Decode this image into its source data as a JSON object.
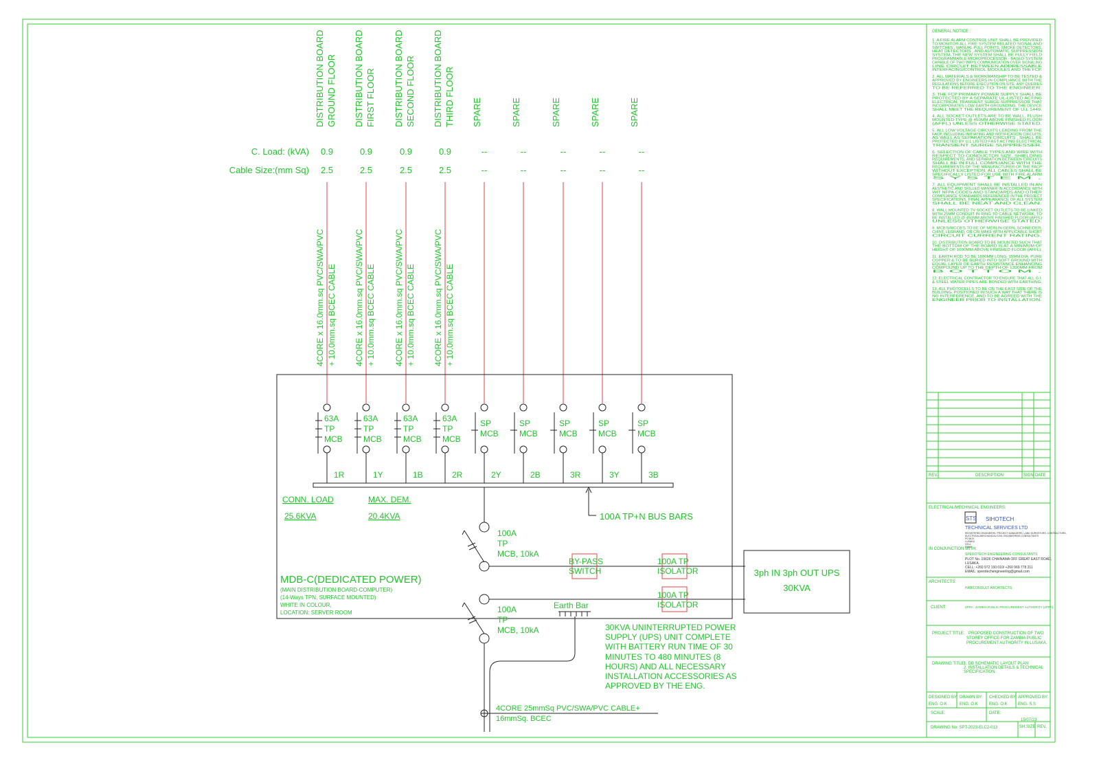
{
  "circuits": [
    {
      "dest": "DISTRIBUTION BOARD",
      "dest2": "GROUND FLOOR",
      "load": "0.9",
      "cable_size": "2.5",
      "cable1": "4CORE x 16.0mm.sq PVC/SWA/PVC",
      "cable2": "+ 10.0mm.sq BCEC CABLE",
      "breaker": [
        "63A",
        "TP",
        "MCB"
      ],
      "phase": "1R"
    },
    {
      "dest": "DISTRIBUTION BOARD",
      "dest2": "FIRST FLOOR",
      "load": "0.9",
      "cable_size": "2.5",
      "cable1": "4CORE x 16.0mm.sq PVC/SWA/PVC",
      "cable2": "+ 10.0mm.sq BCEC CABLE",
      "breaker": [
        "63A",
        "TP",
        "MCB"
      ],
      "phase": "1Y"
    },
    {
      "dest": "DISTRIBUTION BOARD",
      "dest2": "SECOND FLOOR",
      "load": "0.9",
      "cable_size": "2.5",
      "cable1": "4CORE x 16.0mm.sq PVC/SWA/PVC",
      "cable2": "+ 10.0mm.sq BCEC CABLE",
      "breaker": [
        "63A",
        "TP",
        "MCB"
      ],
      "phase": "1B"
    },
    {
      "dest": "DISTRIBUTION BOARD",
      "dest2": "THIRD FLOOR",
      "load": "0.9",
      "cable_size": "2.5",
      "cable1": "4CORE x 16.0mm.sq PVC/SWA/PVC",
      "cable2": "+ 10.0mm.sq BCEC CABLE",
      "breaker": [
        "63A",
        "TP",
        "MCB"
      ],
      "phase": "2R"
    },
    {
      "dest": "SPARE",
      "dest2": "",
      "load": "--",
      "cable_size": "--",
      "cable1": "",
      "cable2": "",
      "breaker": [
        "SP",
        "MCB"
      ],
      "phase": "2Y"
    },
    {
      "dest": "SPARE",
      "dest2": "",
      "load": "--",
      "cable_size": "--",
      "cable1": "",
      "cable2": "",
      "breaker": [
        "SP",
        "MCB"
      ],
      "phase": "2B"
    },
    {
      "dest": "SPARE",
      "dest2": "",
      "load": "--",
      "cable_size": "--",
      "cable1": "",
      "cable2": "",
      "breaker": [
        "SP",
        "MCB"
      ],
      "phase": "3R"
    },
    {
      "dest": "SPARE",
      "dest2": "",
      "load": "--",
      "cable_size": "--",
      "cable1": "",
      "cable2": "",
      "breaker": [
        "SP",
        "MCB"
      ],
      "phase": "3Y"
    },
    {
      "dest": "SPARE",
      "dest2": "",
      "load": "--",
      "cable_size": "--",
      "cable1": "",
      "cable2": "",
      "breaker": [
        "SP",
        "MCB"
      ],
      "phase": "3B"
    }
  ],
  "labels": {
    "c_load": "C. Load: (kVA)",
    "cable_size": "Cable Size:(mm Sq)",
    "conn_load": "CONN. LOAD",
    "conn_load_val": "25.6KVA",
    "max_dem": "MAX. DEM.",
    "max_dem_val": "20.4KVA",
    "busbar": "100A TP+N BUS BARS",
    "mcb1": [
      "100A",
      "TP",
      "MCB, 10kA"
    ],
    "mcb2": [
      "100A",
      "TP",
      "MCB, 10kA"
    ],
    "bypass": [
      "BY-PASS",
      "SWITCH"
    ],
    "iso1": [
      "100A TP",
      "ISOLATOR"
    ],
    "iso2": [
      "100A TP",
      "ISOLATOR"
    ],
    "ups_box": [
      "3ph IN 3ph OUT UPS",
      "30KVA"
    ],
    "earth_bar": "Earth Bar",
    "mdb_title": "MDB-C(DEDICATED POWER)",
    "mdb_sub": [
      "(MAIN DISTRIBUTION BOARD-COMPUTER)",
      "(14-Ways TPN, SURFACE MOUNTED)",
      "WHITE IN COLOUR,",
      "LOCATION: SERVER ROOM"
    ],
    "ups_note": [
      "30KVA UNINTERRUPTED POWER",
      "SUPPLY (UPS) UNIT COMPLETE",
      "WITH BATTERY RUN TIME OF 30",
      "MINUTES TO 480 MINUTES (8",
      "HOURS) AND ALL NECESSARY",
      "INSTALLATION ACCESSORIES AS",
      "APPROVED BY THE ENG."
    ],
    "incoming": [
      "4CORE 25mmSq PVC/SWA/PVC CABLE+",
      "16mmSq. BCEC"
    ]
  },
  "notes": {
    "heading": "GENERAL NOTICE :",
    "items": [
      [
        "1. A FIRE ALARM CONTROL UNIT SHALL BE PROVIDED",
        "TO MONITOR ALL FIRE SYSTEM RELATED SIGNAL AND",
        "SWITCHES , MANUAL PULL POINTS, SMOKE DETECTORS,",
        "HEAT DETECTORS , AND AUTOMATIC SUPPRESSION",
        "SYSTEM. THE NEW SYSTEM SHALL BE FULLY FIELD",
        "PROGRAMMABLE MICROPROCESSOR - BASED SYSTEM",
        "CAPABLE OF TWO WAYS COMMUNICATION OVER SIGNALING",
        "LINE CIRCUIT BETWEEN ADDRESSABLE",
        "INTERFACING/CONTROL MODULES AND THE FCP."
      ],
      [
        "2. ALL MATERIALS & WORKMANSHIP TO BE TESTED &",
        "APPROVED BY ENGINEERS IN COMPLIANCE WITH THE",
        "REGULATIONS BEFORE EXECUTION ON SITE. ANY QUERIES",
        "TO BE REFERRED TO THE ENGINEER."
      ],
      [
        "3. THE FCP PRIMARY POWER SUPPLY SHALL BE",
        "PROTECTED BY A SEPARATE UL-LISTED ACTING",
        "ELECTRICAL TRANSIENT SURGE SUPPRESSOR THAT",
        "INCORPORATES LOW EARTH GROUNDING. THE DEVICE",
        "SHALL MEET THE REQUIREMENT OF U.L 1449."
      ],
      [
        "4. ALL SOCKET OUTLETS ARE TO BE WALL, FLUSH",
        "MOUNTED TYPE @ 450MM ABOVE FINISHED FLOOR",
        "(AFFL) UNLESS OTHERWISE STATED."
      ],
      [
        "5. ALL LOW VOLTAGE CIRCUITS LEADING FROM THE",
        "FACP, INCLUDING INITIATING AND NOTIFICATION CIRCUITS,",
        "AS WELL AS SEPARATION CIRCUITS , SHALL BE",
        "PROTECTED BY U.L LISTED FAST ACTING ELECTRICAL",
        "TRANSIENT SURGE SUPPRESSER."
      ],
      [
        "6. SELECTION OF CABLE TYPES AND WIRE WITH",
        "RESPECT TO CONDUCTOR SIZE, SHIELDING",
        "REQUIREMENTS, AND SEPARATION BETWEEN CIRCUITS",
        "SHALL BE IN FULL COMPLIANCE WITH THE",
        "REQUIREMENTS OF THE MANUFACTURER OF THE FACP",
        "WITHOUT EXCEPTION. ALL CABLES SHALL BE",
        "SPECIFICALLY LISTED FOR USE WITH FIRE ALARM",
        "S Y S T E M ."
      ],
      [
        "7. ALL EQUIPMENT SHALL BE INSTALLED IN AN",
        "AESTHETIC AND SKILLED MANNER IN ACCORDANCE WITH",
        "WIT NFPA CODES AND STANDARDS AND OTHER",
        "COMPLIANCE STANDARDS REFERENCED IN THE PROJECT",
        "SPECIFICATIONS. FINAL APPEARANCE OF ALL SYSTEM",
        "SHALL BE NEAT AND CLEAN."
      ],
      [
        "8. WALL MOUNTED TV SOCKET OUTLETS TO BE LINKED",
        "WITH 25MM CONDUIT IN RING TO CABLE NETWORK, TO",
        "BE INSTALLED @ 450MM ABOVE FINISHED FLOOR (AFFL)",
        "UNLESS OTHERWISE STATED."
      ],
      [
        "9. MCB'S/MCCB'S TO BE OF MERLIN GERN, SCHNEIDER,",
        "CHINT, LEGRAND, OR CBI MAKE WITH APPLICABLE SHORT",
        "CIRCUIT CURRENT RATING."
      ],
      [
        "10. DISTRIBUTION BOARD TO BE MOUNTED SUCH THAT",
        "THE BOTTOM OF THE BOARD IS AT A MINIMUM OF",
        "HEIGHT OF 1600MM ABOVE FINISHED FLOOR (AFFL)."
      ],
      [
        "11. EARTH ROD TO BE 1800MM LONG, 15MM DIA. PURE",
        "COPPER & TO BE BURIED INTO SOFT GROUND WITH",
        "EQUAL LAYER OF EARTH RESISTANCE ENHANCING",
        "COMPOUND UP TO THE DEPTH OF 1300MM FROM",
        "B O T T O M ."
      ],
      [
        "12. ELECTRICAL CONTRACTOR TO ENSURE THAT ALL G.I.",
        "& STEEL WATER PIPES ARE BONDED WITH EARTHING."
      ],
      [
        "13. ALL PHOTOCELLS TO BE ON THE EAST SIDE OF THE",
        "BUILDING, POSITIONED IN SUCH A WAY THAT THERE IS",
        "NO INTERFERENCE, AND TO BE AGREED WITH THE",
        "ENGINEER PRIOR TO INSTALLATION."
      ]
    ]
  },
  "title_block": {
    "rev": "REV.",
    "description": "DESCRIPTION",
    "sign": "SIGN",
    "date_hdr": "DATE",
    "engineers_label": "ELECTRICAL/MECHNICAL ENGINEERS:",
    "logo_mark": "STS",
    "company": [
      "SIHOTECH",
      "TECHNICAL SERVICES LTD"
    ],
    "company_small": [
      "REGISTERED ENGINEERS, PROJECT MANAGERS, LAND SURVEYORS, CONTRACTORS,",
      "ELECTRICAL/MECHANICAL/CIVIL ENGINEERING CONSULTANTS",
      "PO BOX",
      "LUSAKA",
      "CELL",
      "EMAIL"
    ],
    "conjunction_label": "IN CONJUNCTION WITH:",
    "conjunction": [
      "SPEROTECH ENGINEERING CONSULTANTS",
      "PLOT No. 19626 CHAINAMA OFF GREAT EAST ROAD,",
      "LUSAKA.",
      "CELL: +260 972 150 010/ +260 969 778 211",
      "EMAIL: sperotechengineering@gmail.com"
    ],
    "architects_label": "ARCHITECTS:",
    "architects": "HABICONSULT ARCHITECTS",
    "client_label": "CLIENT:",
    "client": "ZPPA - ZAMBIA PUBLIC PROCUREMENT AUTHORITY (ZPPA)",
    "project_label": "PROJECT TITLE:",
    "project": [
      "PROPOSED CONSTRUCTION OF TWO",
      "STOREY OFFICE FOR ZAMBIA PUBLIC",
      "PROCUREMENT AUTHORITY IN LUSAKA."
    ],
    "drawing_label": "DRAWING TITLE:",
    "drawing": [
      "1. DB SCHEMATIC LAYOUT PLAN",
      "2. INSTALLATION DETAILS & TECHNICAL",
      "SPECIFICATION."
    ],
    "designed_by": "DESIGNED BY:",
    "designed_val": "ENG. O.K",
    "drawn_by": "DRAWN BY:",
    "drawn_val": "ENG. O.K",
    "checked_by": "CHECKED BY:",
    "checked_val": "ENG. O.K",
    "approved_by": "APPROVED BY:",
    "approved_val": "ENG. S.S",
    "scale_label": "SCALE:",
    "date_label": "DATE:",
    "date_val": "15/07/23",
    "drawing_no": "DRAWING No. SPT-2023-ELC2-013",
    "sh_size": "SH.SIZE",
    "rev2": "REV."
  },
  "colors": {
    "line": "#33cc33",
    "text": "#22c22c",
    "cable": "#e04040",
    "ink": "#222222",
    "highlight": "#e04040"
  }
}
